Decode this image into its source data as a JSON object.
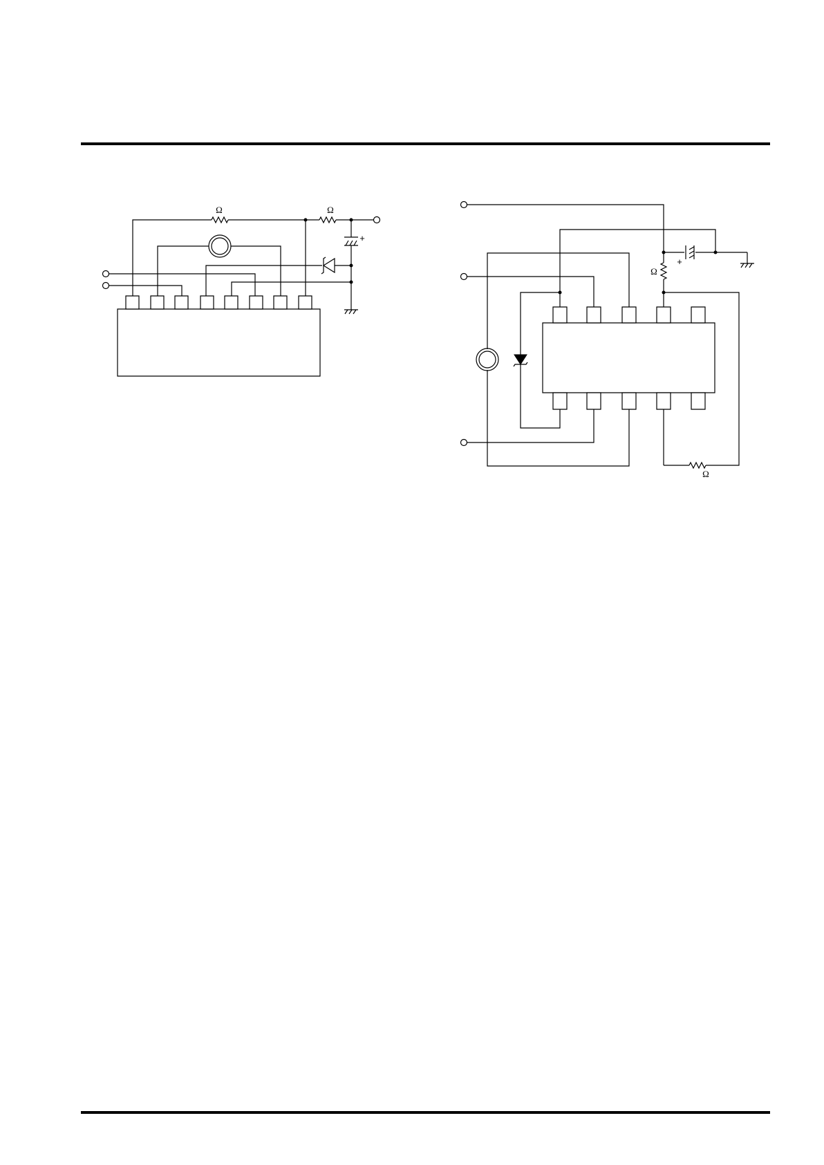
{
  "page": {
    "background": "#ffffff",
    "rule_color": "#000000"
  },
  "diagrams": [
    {
      "id": "left-circuit",
      "components": {
        "resistor_1_label": "Ω",
        "resistor_2_label": "Ω",
        "capacitor_polarity": "+"
      },
      "pin_count": 8,
      "icons": [
        "terminal-circle-icon",
        "resistor-icon",
        "motor-icon",
        "zener-diode-icon",
        "capacitor-icon",
        "ground-icon"
      ]
    },
    {
      "id": "right-circuit",
      "components": {
        "resistor_1_label": "Ω",
        "resistor_2_label": "Ω",
        "capacitor_polarity": "+"
      },
      "pin_count_top": 5,
      "pin_count_bottom": 5,
      "icons": [
        "terminal-circle-icon",
        "resistor-icon",
        "motor-icon",
        "zener-diode-icon",
        "capacitor-icon",
        "ground-icon"
      ]
    }
  ]
}
